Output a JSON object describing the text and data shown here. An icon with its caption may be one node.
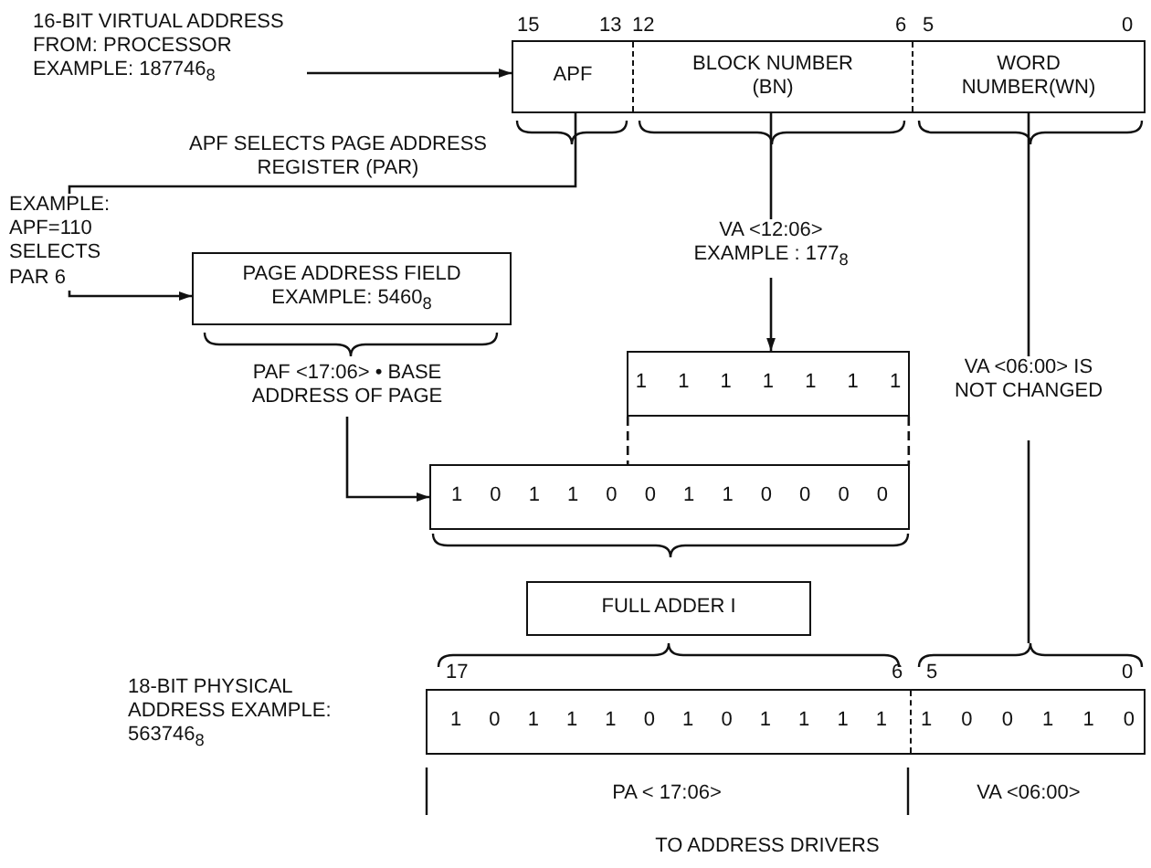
{
  "diagram": {
    "nodes": [
      {
        "text": [
          "16-BIT VIRTUAL ADDRESS FROM: PROCESSOR EXAMPLE: 187746$_{8}$"
        ]
      },
      {
        "text": [],
        "shape": "box"
      },
      {
        "text": [
          "APF"
        ],
        "in": 1
      },
      {
        "text": [
          "BLOCK NUMBER (BN)"
        ],
        "in": 1
      },
      {
        "text": [
          "WORD NUMBER(WN)"
        ],
        "in": 1
      },
      {
        "text": [
          "PAGE ADDRESS FIELD",
          "EXAMPLE: 5460$_{8}$"
        ]
      },
      {
        "text": [
          "PAF <17:06> • BASE ADDRESS OF PAGE"
        ]
      },
      {
        "text": [
          "VA <12:06> EXAMPLE : 177$_{8}$"
        ]
      },
      {
        "text": [
          "1 1 1 1 1 1 1"
        ]
      },
      {
        "text": [
          "1 0 1 1 0 0 1 1 0 0 0 0"
        ]
      },
      {
        "text": [
          "FULL ADDER I"
        ]
      },
      {
        "text": [
          "VA <06:00> IS NOT CHANGED"
        ]
      },
      {
        "text": [],
        "shape": "box"
      },
      {
        "text": [
          "1 0 1 1 1 0 1 0 1 1 1 1"
        ],
        "in": 12
      },
      {
        "text": [
          "1 0 0 1 1 0"
        ],
        "in": 12
      }
    ],
    "edges": [
      {
        "from": 0,
        "to": 1,
        "arrow": "to"
      },
      {
        "from": 2,
        "to": 5,
        "arrow": "to",
        "label": "APF SELECTS PAGE ADDRESS REGISTER (PAR)"
      },
      {
        "from": 3,
        "to": 7,
        "arrow": "none"
      },
      {
        "from": 7,
        "to": 8,
        "arrow": "to"
      },
      {
        "from": 6,
        "to": 9,
        "arrow": "to"
      },
      {
        "from": 8,
        "to": 9,
        "arrow": "none",
        "style": "dashed"
      },
      {
        "from": 4,
        "to": 11,
        "arrow": "none"
      },
      {
        "from": 11,
        "to": 14,
        "arrow": "none"
      }
    ],
    "labels": [
      "15",
      "13",
      "12",
      "6",
      "5",
      "0",
      "EXAMPLE: APF=110 SELECTS PAR 6",
      "18-BIT PHYSICAL ADDRESS EXAMPLE: 563746$_{8}$",
      "17",
      "6",
      "5",
      "0",
      "PA < 17:06>",
      "VA <06:00>",
      "TO ADDRESS DRIVERS"
    ]
  }
}
